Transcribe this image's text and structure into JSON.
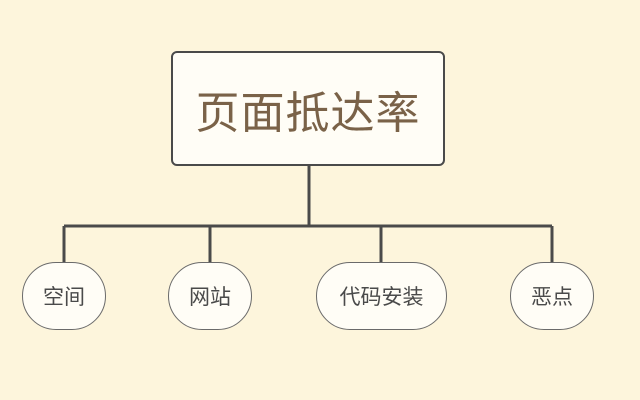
{
  "diagram": {
    "root": {
      "label": "页面抵达率"
    },
    "children": [
      {
        "label": "空间"
      },
      {
        "label": "网站"
      },
      {
        "label": "代码安装"
      },
      {
        "label": "恶点"
      }
    ]
  },
  "colors": {
    "background": "#fdf5dc",
    "line": "#4a4a4a",
    "root_text": "#7a6248",
    "child_text": "#4a4a4a"
  }
}
